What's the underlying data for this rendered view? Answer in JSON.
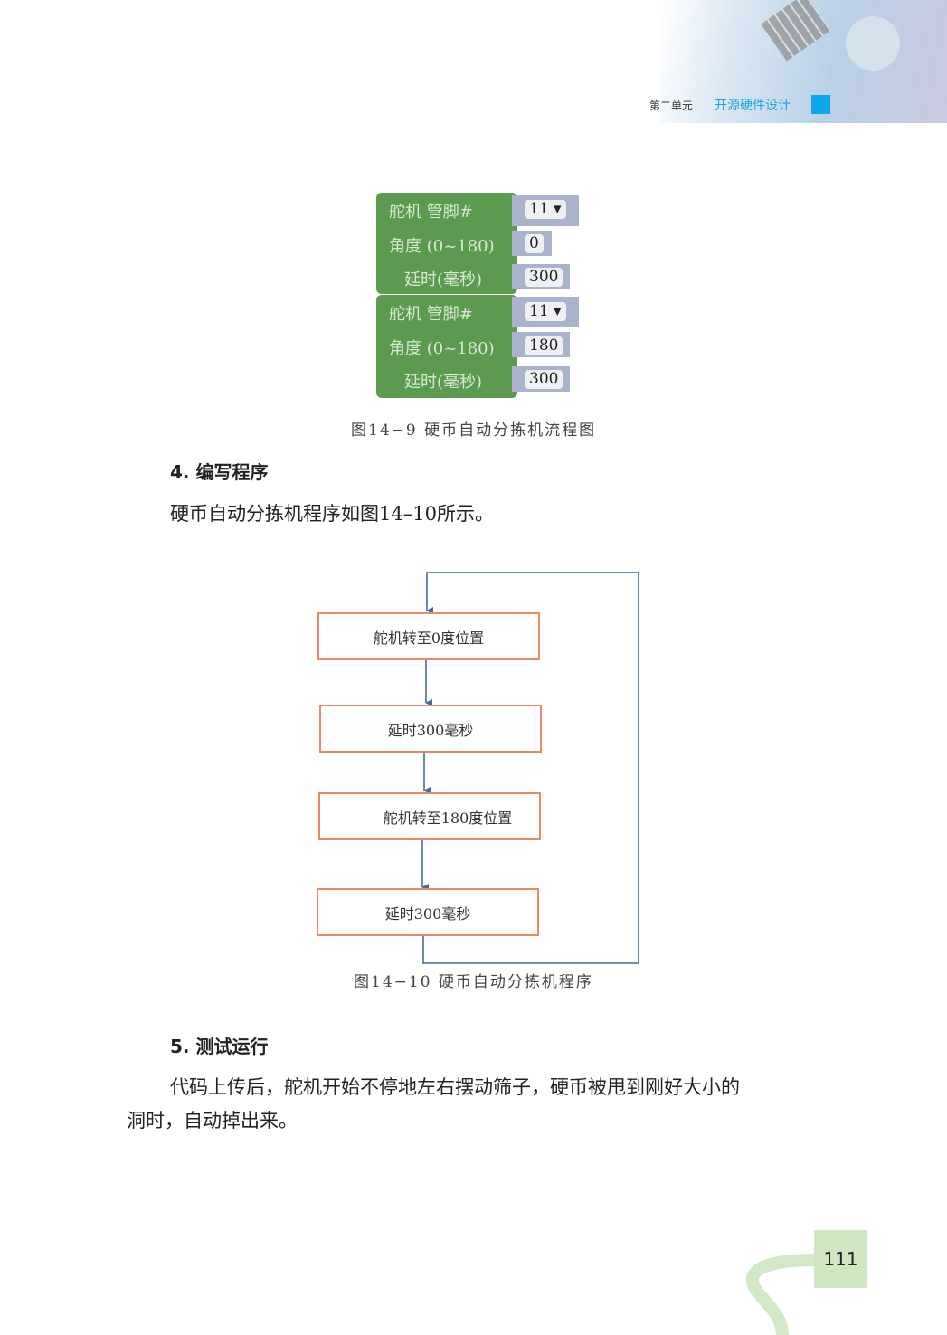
{
  "header": {
    "unit": "第二单元",
    "title": "开源硬件设计"
  },
  "blocks": [
    {
      "rows": [
        {
          "label": "舵机  管脚#",
          "value": "11 ▾"
        },
        {
          "label": "角度 (0~180)",
          "value": "0"
        },
        {
          "label": "延时(毫秒)",
          "value": "300"
        }
      ]
    },
    {
      "rows": [
        {
          "label": "舵机  管脚#",
          "value": "11 ▾"
        },
        {
          "label": "角度 (0~180)",
          "value": "180"
        },
        {
          "label": "延时(毫秒)",
          "value": "300"
        }
      ]
    }
  ],
  "caption1": "图14−9   硬币自动分拣机流程图",
  "section4": {
    "heading": "4. 编写程序",
    "text": "硬币自动分拣机程序如图14–10所示。"
  },
  "flow": [
    "舵机转至0度位置",
    "延时300毫秒",
    "舵机转至180度位置",
    "延时300毫秒"
  ],
  "caption2": "图14−10   硬币自动分拣机程序",
  "section5": {
    "heading": "5. 测试运行",
    "line1": "代码上传后，舵机开始不停地左右摆动筛子，硬币被甩到刚好大小的",
    "line2": "洞时，自动掉出来。"
  },
  "page_number": "111"
}
